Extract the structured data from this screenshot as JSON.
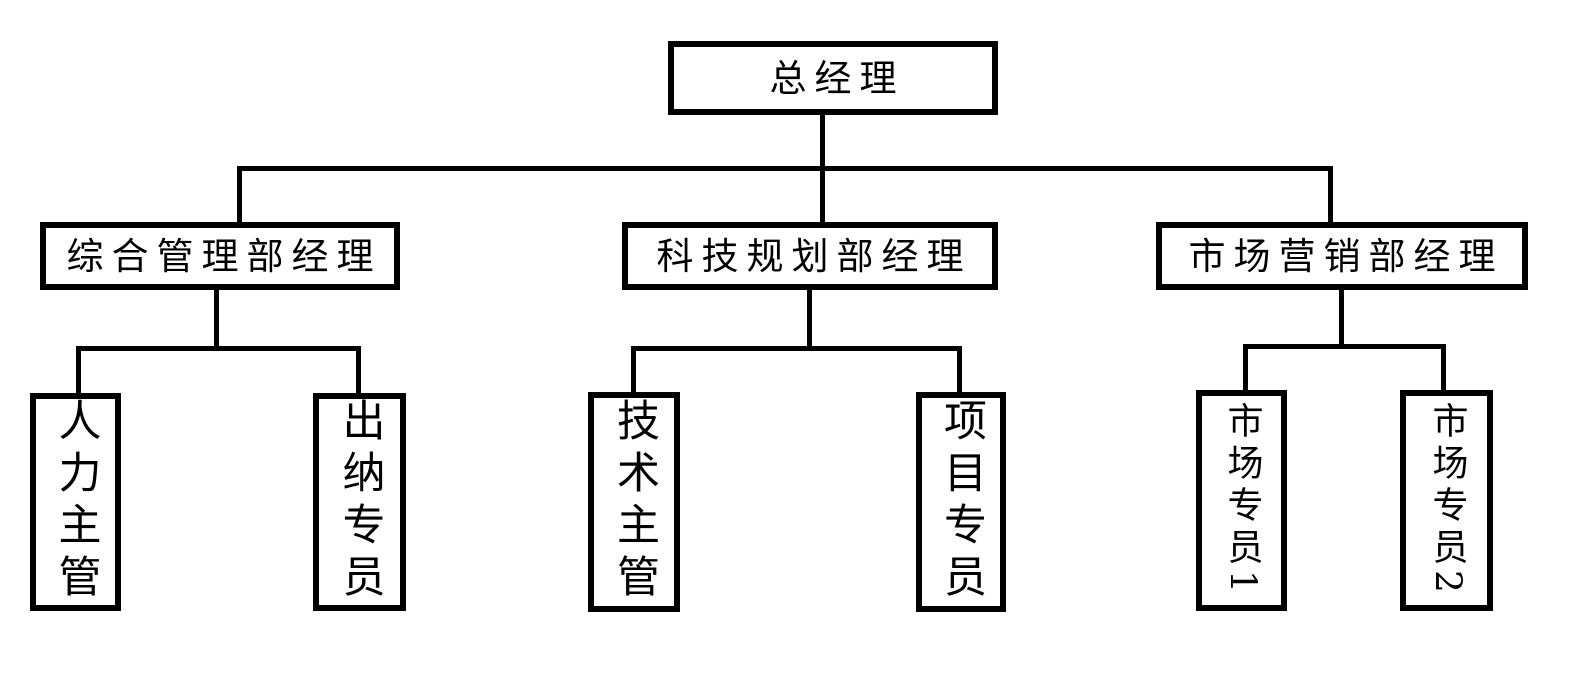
{
  "org_chart": {
    "root": "总经理",
    "departments": [
      {
        "manager": "综合管理部经理",
        "staff": [
          "人力主管",
          "出纳专员"
        ]
      },
      {
        "manager": "科技规划部经理",
        "staff": [
          "技术主管",
          "项目专员"
        ]
      },
      {
        "manager": "市场营销部经理",
        "staff": [
          "市场专员1",
          "市场专员2"
        ]
      }
    ],
    "colors": {
      "line": "#000000",
      "border": "#000000",
      "text": "#000000",
      "background": "#ffffff"
    }
  }
}
